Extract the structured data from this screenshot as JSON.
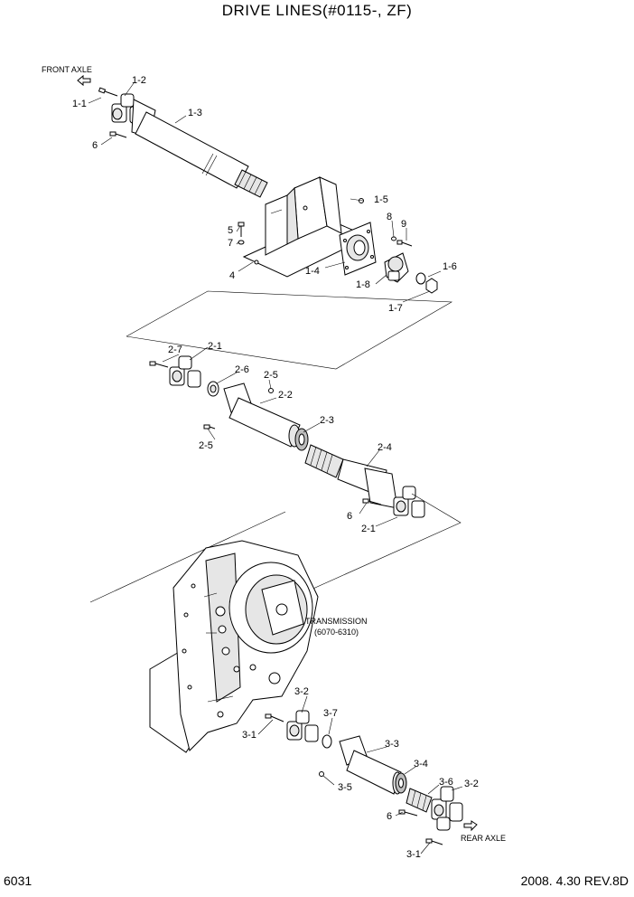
{
  "title": "DRIVE LINES(#0115-, ZF)",
  "page_number": "6031",
  "revision": "2008. 4.30  REV.8D",
  "annotations": {
    "front_axle": "FRONT AXLE",
    "rear_axle": "REAR AXLE",
    "transmission": "TRANSMISSION",
    "transmission_ref": "(6070-6310)"
  },
  "callouts": {
    "c1_1": "1-1",
    "c1_2": "1-2",
    "c1_3": "1-3",
    "c1_4": "1-4",
    "c1_5": "1-5",
    "c1_6": "1-6",
    "c1_7": "1-7",
    "c1_8": "1-8",
    "c4": "4",
    "c5": "5",
    "c6a": "6",
    "c7": "7",
    "c8": "8",
    "c9": "9",
    "c2_1a": "2-1",
    "c2_1b": "2-1",
    "c2_2": "2-2",
    "c2_3": "2-3",
    "c2_4": "2-4",
    "c2_5a": "2-5",
    "c2_5b": "2-5",
    "c2_6": "2-6",
    "c2_7": "2-7",
    "c6b": "6",
    "c3_1a": "3-1",
    "c3_1b": "3-1",
    "c3_2a": "3-2",
    "c3_2b": "3-2",
    "c3_3": "3-3",
    "c3_4": "3-4",
    "c3_5": "3-5",
    "c3_6": "3-6",
    "c3_7": "3-7",
    "c6c": "6"
  }
}
